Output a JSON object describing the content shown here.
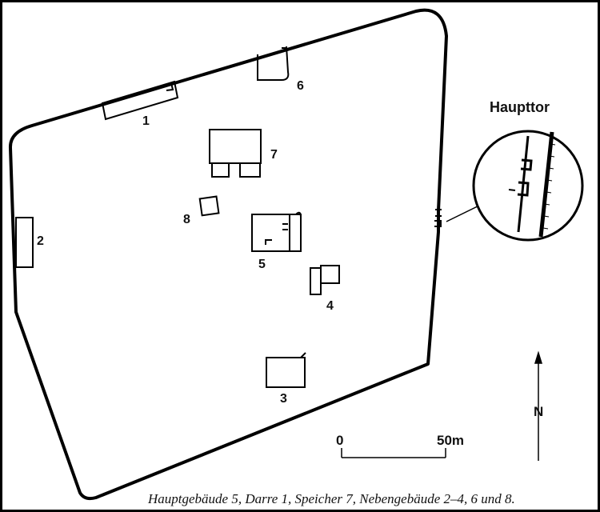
{
  "inset": {
    "title": "Haupttor"
  },
  "buildings": [
    {
      "id": "1",
      "label": "1"
    },
    {
      "id": "2",
      "label": "2"
    },
    {
      "id": "3",
      "label": "3"
    },
    {
      "id": "4",
      "label": "4"
    },
    {
      "id": "5",
      "label": "5"
    },
    {
      "id": "6",
      "label": "6"
    },
    {
      "id": "7",
      "label": "7"
    },
    {
      "id": "8",
      "label": "8"
    }
  ],
  "scale_bar": {
    "start_label": "0",
    "end_label": "50m"
  },
  "north_arrow": {
    "label": "N"
  },
  "caption": "Hauptgebäude 5, Darre 1, Speicher 7, Nebengebäude 2–4, 6 und 8."
}
